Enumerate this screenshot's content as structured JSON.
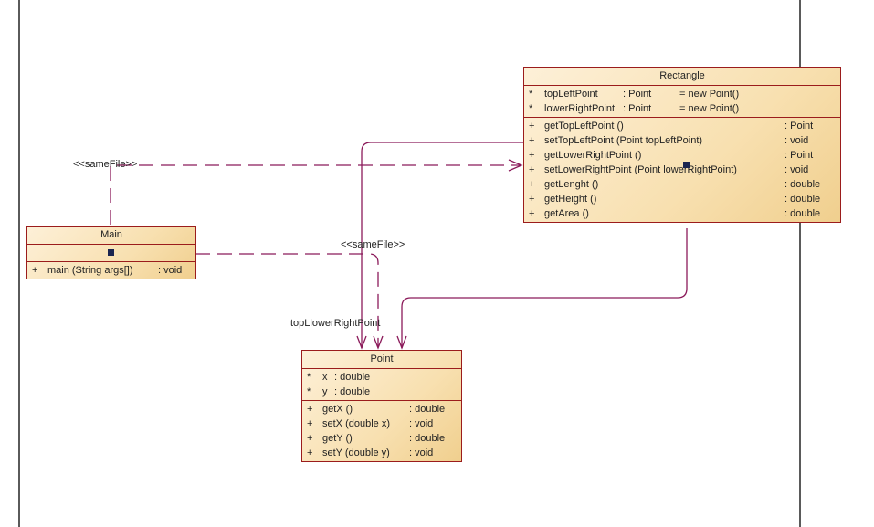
{
  "colors": {
    "border": "#9b1c1c",
    "link": "#8b1a5a",
    "frame": "#5a5a5a"
  },
  "classes": {
    "rectangle": {
      "name": "Rectangle",
      "attributes": [
        {
          "vis": "*",
          "name": "topLeftPoint",
          "type": ": Point",
          "default": "= new Point()"
        },
        {
          "vis": "*",
          "name": "lowerRightPoint",
          "type": ": Point",
          "default": "= new Point()"
        }
      ],
      "operations": [
        {
          "vis": "+",
          "name": "getTopLeftPoint ()",
          "type": ": Point"
        },
        {
          "vis": "+",
          "name": "setTopLeftPoint (Point topLeftPoint)",
          "type": ": void"
        },
        {
          "vis": "+",
          "name": "getLowerRightPoint ()",
          "type": ": Point"
        },
        {
          "vis": "+",
          "name": "setLowerRightPoint (Point lowerRightPoint)",
          "type": ": void"
        },
        {
          "vis": "+",
          "name": "getLenght ()",
          "type": ": double"
        },
        {
          "vis": "+",
          "name": "getHeight ()",
          "type": ": double"
        },
        {
          "vis": "+",
          "name": "getArea ()",
          "type": ": double"
        }
      ]
    },
    "main": {
      "name": "Main",
      "operations": [
        {
          "vis": "+",
          "name": "main (String args[])",
          "type": ": void"
        }
      ]
    },
    "point": {
      "name": "Point",
      "attributes": [
        {
          "vis": "*",
          "name": "x",
          "type": ": double"
        },
        {
          "vis": "*",
          "name": "y",
          "type": ": double"
        }
      ],
      "operations": [
        {
          "vis": "+",
          "name": "getX ()",
          "type": ": double"
        },
        {
          "vis": "+",
          "name": "setX (double x)",
          "type": ": void"
        },
        {
          "vis": "+",
          "name": "getY ()",
          "type": ": double"
        },
        {
          "vis": "+",
          "name": "setY (double y)",
          "type": ": void"
        }
      ]
    }
  },
  "links": {
    "main_rectangle_stereotype": "<<sameFile>>",
    "main_point_stereotype": "<<sameFile>>",
    "rectangle_point_roles": "topLlowerRightPoint"
  }
}
